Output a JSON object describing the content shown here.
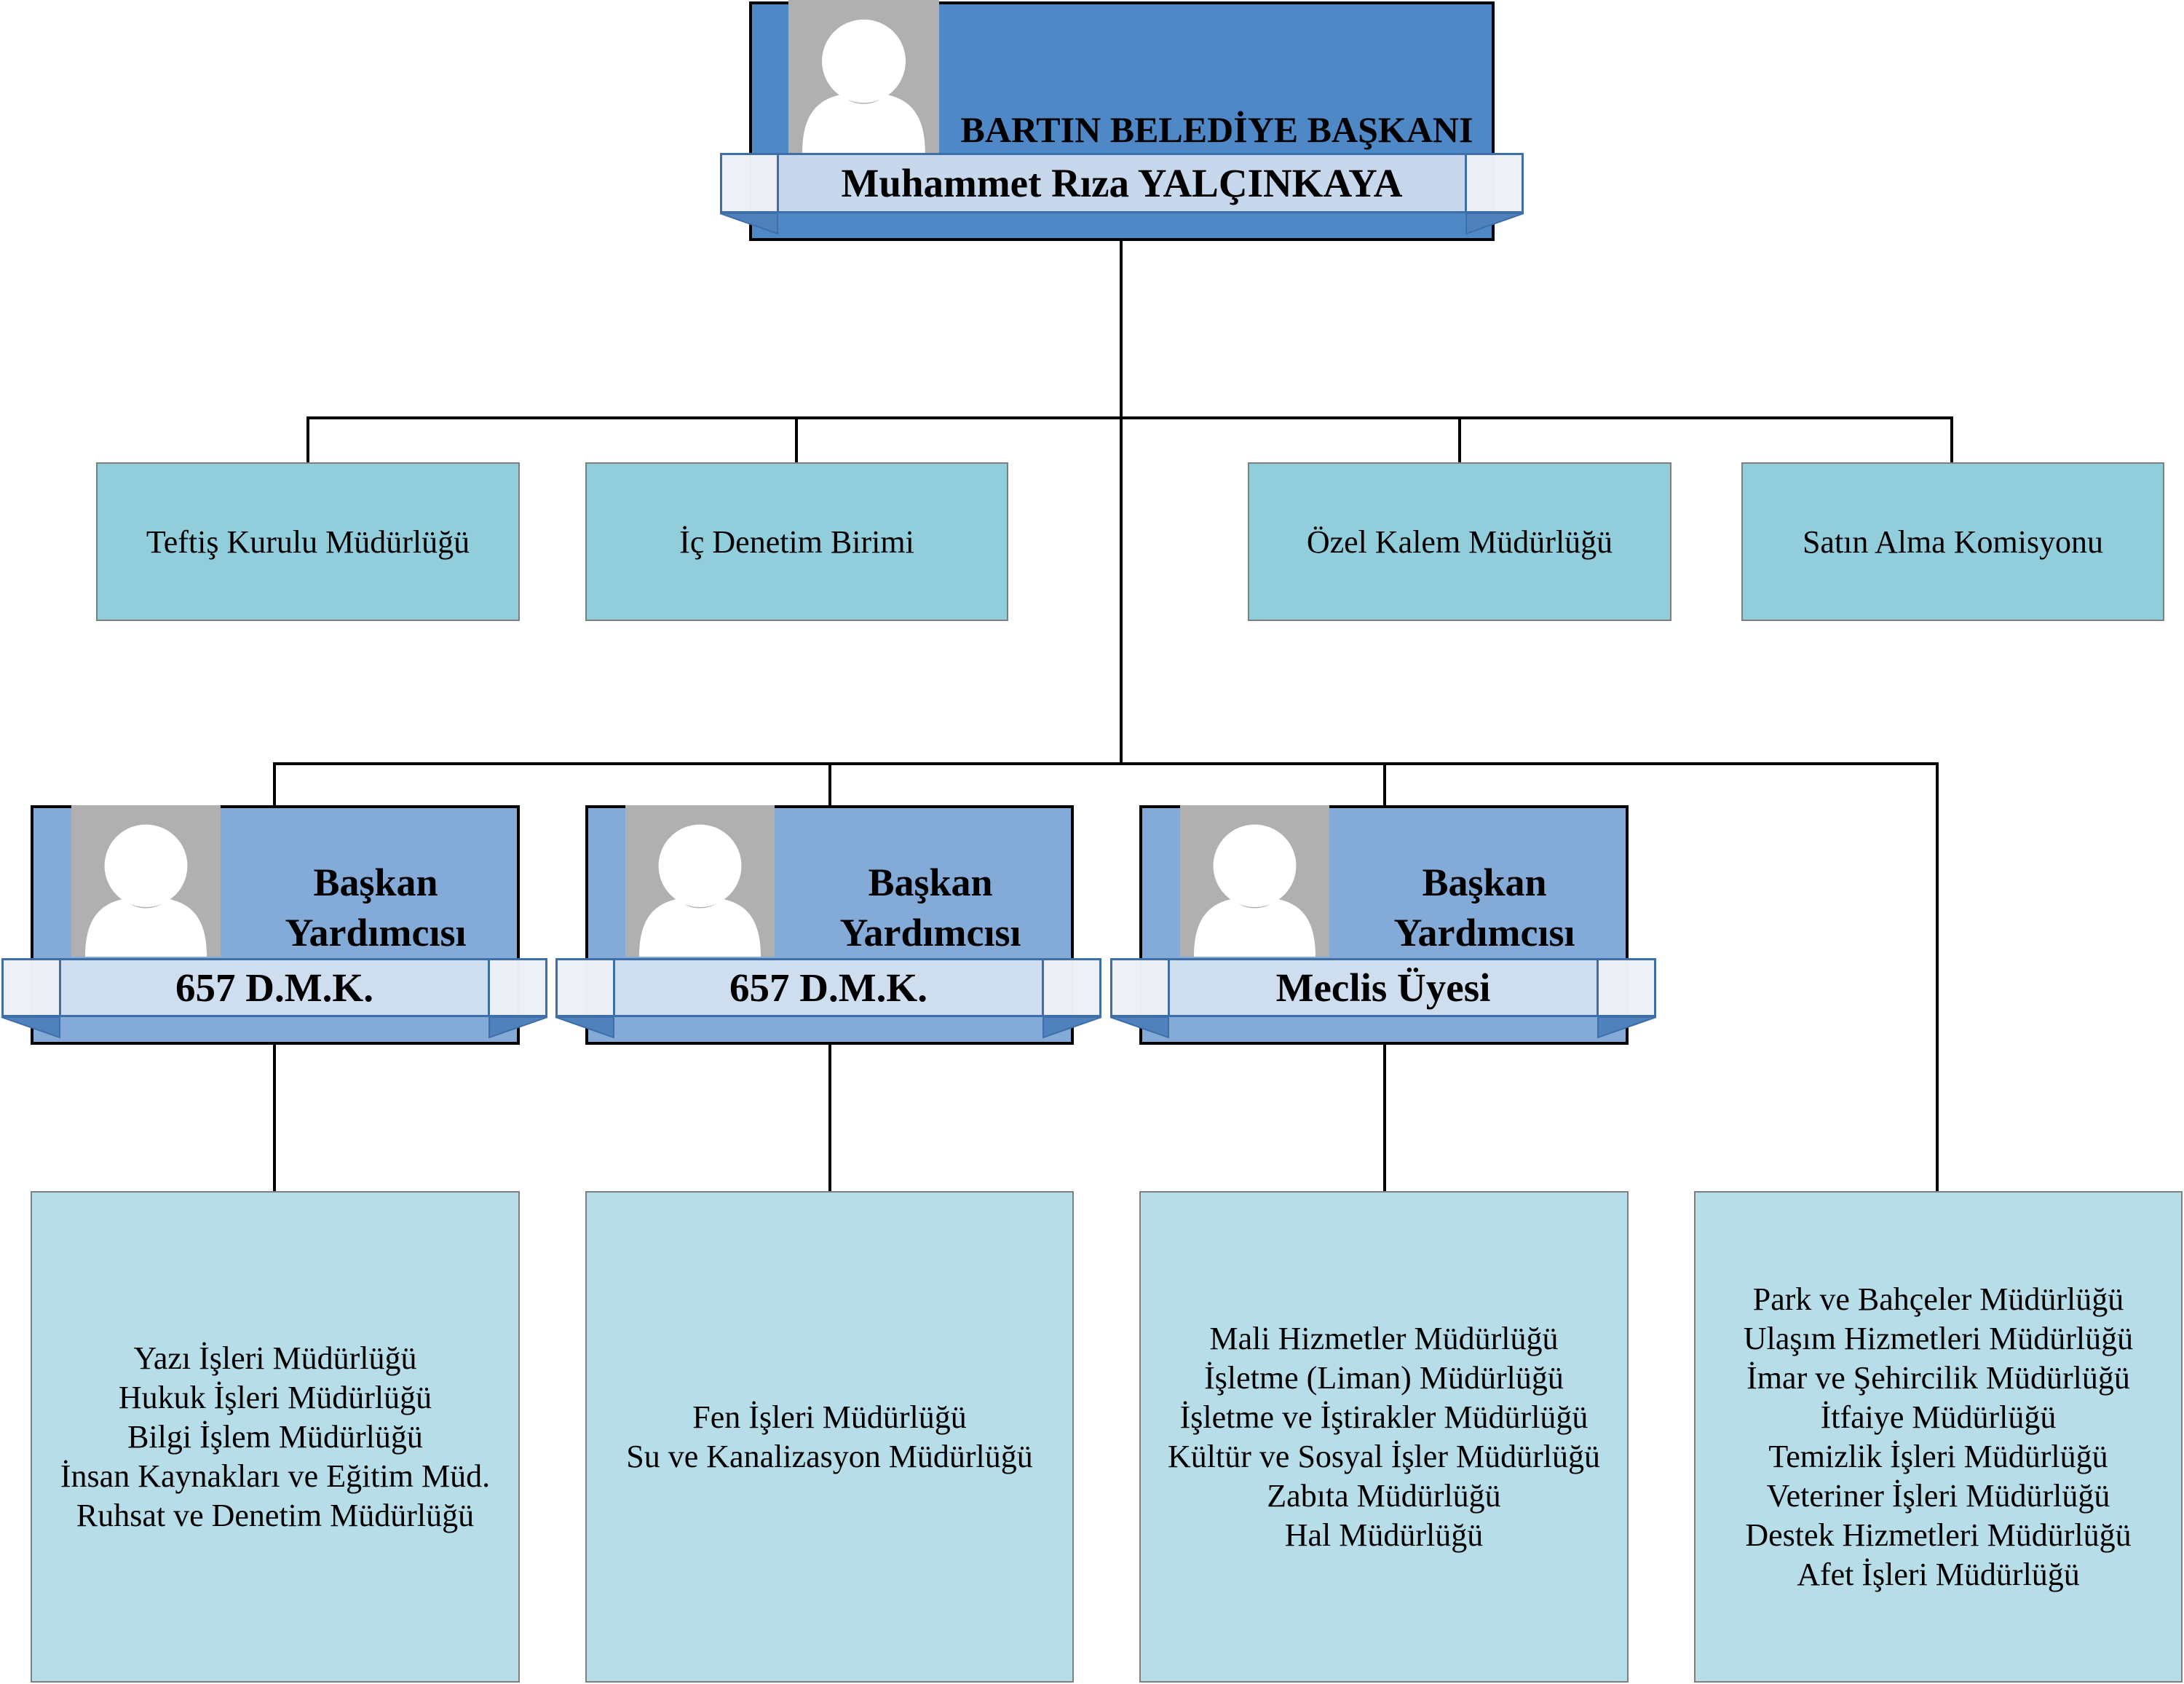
{
  "mayor": {
    "title": "BARTIN BELEDİYE BAŞKANI",
    "name": "Muhammet Rıza YALÇINKAYA"
  },
  "staff_units": [
    "Teftiş Kurulu Müdürlüğü",
    "İç Denetim Birimi",
    "Özel Kalem Müdürlüğü",
    "Satın Alma Komisyonu"
  ],
  "deputies": [
    {
      "title": [
        "Başkan",
        "Yardımcısı"
      ],
      "label": "657 D.M.K."
    },
    {
      "title": [
        "Başkan",
        "Yardımcısı"
      ],
      "label": "657 D.M.K."
    },
    {
      "title": [
        "Başkan",
        "Yardımcısı"
      ],
      "label": "Meclis Üyesi"
    }
  ],
  "departments": [
    {
      "units": [
        "Yazı İşleri Müdürlüğü",
        "Hukuk İşleri Müdürlüğü",
        "Bilgi İşlem Müdürlüğü",
        "İnsan Kaynakları ve Eğitim Müd.",
        "Ruhsat ve Denetim Müdürlüğü"
      ]
    },
    {
      "units": [
        "Fen İşleri Müdürlüğü",
        "Su ve Kanalizasyon Müdürlüğü"
      ]
    },
    {
      "units": [
        "Mali Hizmetler Müdürlüğü",
        "İşletme (Liman) Müdürlüğü",
        "İşletme ve İştirakler Müdürlüğü",
        "Kültür ve Sosyal İşler Müdürlüğü",
        "Zabıta Müdürlüğü",
        "Hal Müdürlüğü"
      ]
    },
    {
      "units": [
        "Park ve Bahçeler Müdürlüğü",
        "Ulaşım Hizmetleri Müdürlüğü",
        "İmar ve Şehircilik Müdürlüğü",
        "İtfaiye Müdürlüğü",
        "Temizlik İşleri Müdürlüğü",
        "Veteriner İşleri Müdürlüğü",
        "Destek Hizmetleri Müdürlüğü",
        "Afet İşleri Müdürlüğü"
      ]
    }
  ],
  "icons": {
    "photo": "person-placeholder-icon"
  },
  "colors": {
    "mayor_box": "#4F88C6",
    "deputy_box": "#84ABD8",
    "staff_box": "#92CDDC",
    "department_box": "#B7DDE8",
    "banner": "#DCE6F2",
    "connector": "#000000"
  }
}
